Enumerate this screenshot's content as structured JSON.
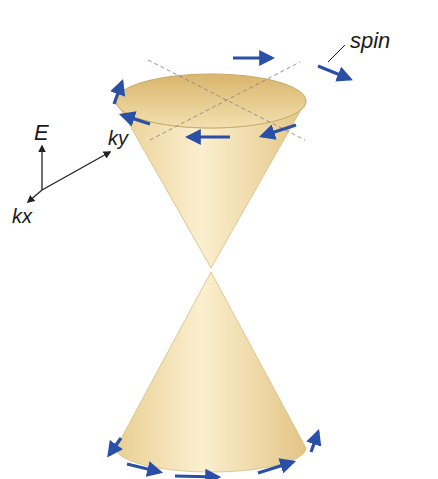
{
  "diagram": {
    "labels": [
      "spin",
      "E",
      "ky",
      "kx"
    ]
  }
}
